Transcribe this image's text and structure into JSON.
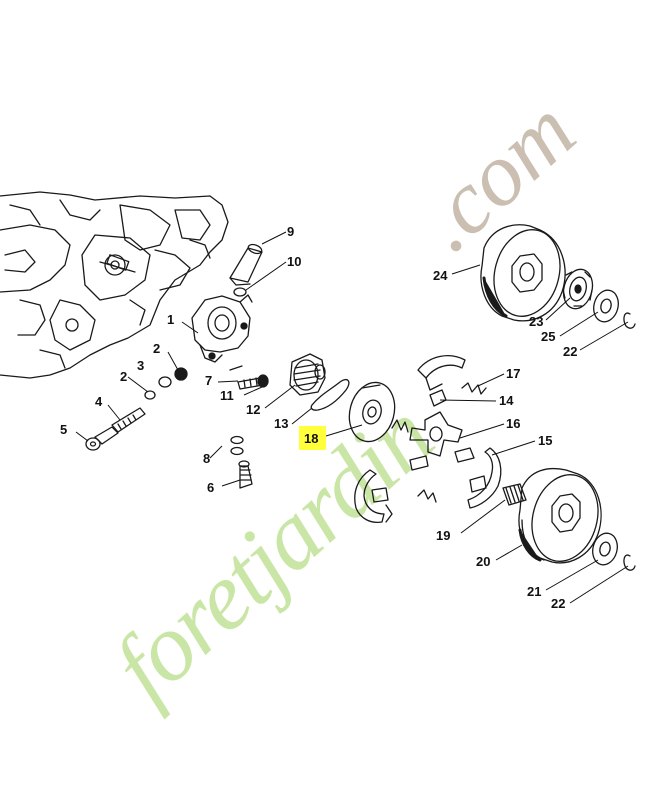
{
  "watermark": {
    "text_main": "foretjardin",
    "text_suffix": ".com",
    "color_main": "#c9e6a6",
    "color_accent": "#f2c89a",
    "color_suffix": "#cbbfb2"
  },
  "highlight_color": "#ffff3a",
  "callouts": [
    {
      "id": "c1",
      "label": "1"
    },
    {
      "id": "c2a",
      "label": "2"
    },
    {
      "id": "c2b",
      "label": "2"
    },
    {
      "id": "c3",
      "label": "3"
    },
    {
      "id": "c4",
      "label": "4"
    },
    {
      "id": "c5",
      "label": "5"
    },
    {
      "id": "c6",
      "label": "6"
    },
    {
      "id": "c7",
      "label": "7"
    },
    {
      "id": "c8",
      "label": "8"
    },
    {
      "id": "c9",
      "label": "9"
    },
    {
      "id": "c10",
      "label": "10"
    },
    {
      "id": "c11",
      "label": "11"
    },
    {
      "id": "c12",
      "label": "12"
    },
    {
      "id": "c13",
      "label": "13"
    },
    {
      "id": "c14",
      "label": "14"
    },
    {
      "id": "c15",
      "label": "15"
    },
    {
      "id": "c16",
      "label": "16"
    },
    {
      "id": "c17",
      "label": "17"
    },
    {
      "id": "c18",
      "label": "18",
      "highlighted": true
    },
    {
      "id": "c19",
      "label": "19"
    },
    {
      "id": "c20",
      "label": "20"
    },
    {
      "id": "c21",
      "label": "21"
    },
    {
      "id": "c22a",
      "label": "22"
    },
    {
      "id": "c22b",
      "label": "22"
    },
    {
      "id": "c23",
      "label": "23"
    },
    {
      "id": "c24",
      "label": "24"
    },
    {
      "id": "c25",
      "label": "25"
    }
  ]
}
